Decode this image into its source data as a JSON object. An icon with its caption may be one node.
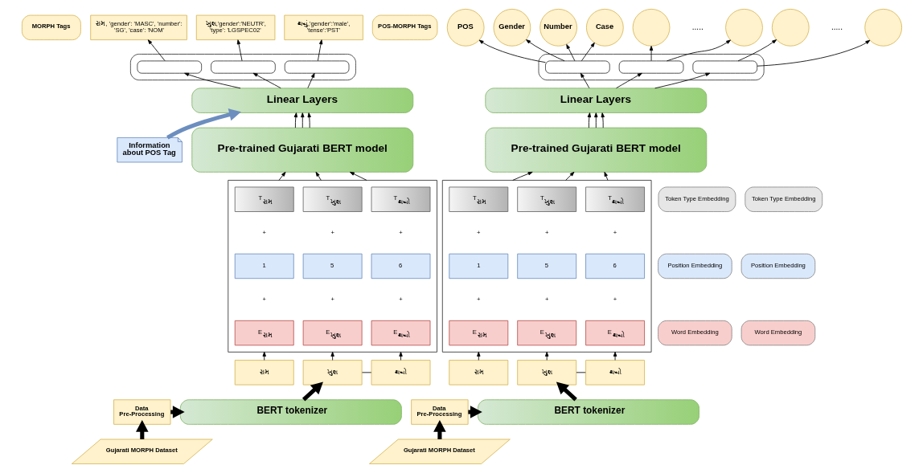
{
  "diagram": {
    "nodes": [
      {
        "text": [
          "MORPH Tags"
        ]
      },
      {
        "text": [
          "રામ, 'gender': 'MASC', 'number': 'SG', 'case': 'NOM'"
        ]
      },
      {
        "text": [
          "ખુશ,'gender':'NEUTR', 'type': 'LGSPEC02'"
        ]
      },
      {
        "text": [
          "થયું,'gender':'male', 'tense':'PST'"
        ]
      },
      {
        "text": [],
        "shape": "box"
      },
      {
        "text": [],
        "shape": "box",
        "in": 4
      },
      {
        "text": [],
        "shape": "box",
        "in": 4
      },
      {
        "text": [],
        "shape": "box",
        "in": 4
      },
      {
        "text": [
          "Linear Layers"
        ]
      },
      {
        "text": [
          "Information about POS Tag"
        ]
      },
      {
        "text": [
          "Pre-trained Gujarati BERT model"
        ]
      },
      {
        "text": [],
        "shape": "box"
      },
      {
        "text": [
          "T$_{રામ}$"
        ],
        "in": 11
      },
      {
        "text": [
          "T$_{ખુશ}$"
        ],
        "in": 11
      },
      {
        "text": [
          "T$_{થયો}$"
        ],
        "in": 11
      },
      {
        "text": [
          "1"
        ],
        "in": 11
      },
      {
        "text": [
          "5"
        ],
        "in": 11
      },
      {
        "text": [
          "6"
        ],
        "in": 11
      },
      {
        "text": [
          "E$_{રામ}$"
        ],
        "in": 11
      },
      {
        "text": [
          "E$_{ખુશ}$"
        ],
        "in": 11
      },
      {
        "text": [
          "E$_{થયો}$"
        ],
        "in": 11
      },
      {
        "text": [
          "રામ"
        ]
      },
      {
        "text": [
          "ખુશ"
        ]
      },
      {
        "text": [
          "થયો"
        ]
      },
      {
        "text": [
          "Gujarati MORPH Dataset"
        ]
      },
      {
        "text": [
          "Data Pre-Processing"
        ]
      },
      {
        "text": [
          "BERT tokenizer"
        ]
      },
      {
        "text": [
          "POS-MORPH Tags"
        ]
      },
      {
        "text": [
          "POS"
        ]
      },
      {
        "text": [
          "Gender"
        ]
      },
      {
        "text": [
          "Number"
        ]
      },
      {
        "text": [
          "Case"
        ]
      },
      {
        "text": [],
        "shape": "circle"
      },
      {
        "text": [],
        "shape": "circle"
      },
      {
        "text": [],
        "shape": "circle"
      },
      {
        "text": [],
        "shape": "circle"
      },
      {
        "text": [],
        "shape": "box"
      },
      {
        "text": [],
        "shape": "box",
        "in": 36
      },
      {
        "text": [],
        "shape": "box",
        "in": 36
      },
      {
        "text": [],
        "shape": "box",
        "in": 36
      },
      {
        "text": [
          "Linear Layers"
        ]
      },
      {
        "text": [
          "Pre-trained Gujarati BERT model"
        ]
      },
      {
        "text": [],
        "shape": "box"
      },
      {
        "text": [
          "T$_{રામ}$"
        ],
        "in": 42
      },
      {
        "text": [
          "T$_{ખુશ}$"
        ],
        "in": 42
      },
      {
        "text": [
          "T$_{થયો}$"
        ],
        "in": 42
      },
      {
        "text": [
          "1"
        ],
        "in": 42
      },
      {
        "text": [
          "5"
        ],
        "in": 42
      },
      {
        "text": [
          "6"
        ],
        "in": 42
      },
      {
        "text": [
          "E$_{રામ}$"
        ],
        "in": 42
      },
      {
        "text": [
          "E$_{ખુશ}$"
        ],
        "in": 42
      },
      {
        "text": [
          "E$_{થયો}$"
        ],
        "in": 42
      },
      {
        "text": [
          "રામ"
        ]
      },
      {
        "text": [
          "ખુશ"
        ]
      },
      {
        "text": [
          "થયો"
        ]
      },
      {
        "text": [
          "Gujarati MORPH Dataset"
        ]
      },
      {
        "text": [
          "Data Pre-Processing"
        ]
      },
      {
        "text": [
          "BERT tokenizer"
        ]
      }
    ],
    "edges": [
      {
        "from": 24,
        "to": 25,
        "arrow": "to",
        "style": "thick"
      },
      {
        "from": 25,
        "to": 26,
        "arrow": "to",
        "style": "thick"
      },
      {
        "from": 26,
        "to": 22,
        "arrow": "to",
        "style": "thick"
      },
      {
        "from": 21,
        "to": 11,
        "arrow": "to"
      },
      {
        "from": 22,
        "to": 11,
        "arrow": "to"
      },
      {
        "from": 23,
        "to": 11,
        "arrow": "to"
      },
      {
        "from": 22,
        "to": 23,
        "arrow": "none"
      },
      {
        "from": 11,
        "to": 10,
        "arrow": "to"
      },
      {
        "from": 11,
        "to": 10,
        "arrow": "to"
      },
      {
        "from": 11,
        "to": 10,
        "arrow": "to"
      },
      {
        "from": 10,
        "to": 8,
        "arrow": "to"
      },
      {
        "from": 10,
        "to": 8,
        "arrow": "to"
      },
      {
        "from": 10,
        "to": 8,
        "arrow": "to"
      },
      {
        "from": 9,
        "to": 8,
        "arrow": "to",
        "style": "thick",
        "color": "#6c8ebf"
      },
      {
        "from": 8,
        "to": 5,
        "arrow": "to"
      },
      {
        "from": 8,
        "to": 6,
        "arrow": "to"
      },
      {
        "from": 8,
        "to": 7,
        "arrow": "to"
      },
      {
        "from": 5,
        "to": 1,
        "arrow": "to"
      },
      {
        "from": 6,
        "to": 2,
        "arrow": "to"
      },
      {
        "from": 7,
        "to": 3,
        "arrow": "to"
      },
      {
        "from": 55,
        "to": 56,
        "arrow": "to",
        "style": "thick"
      },
      {
        "from": 56,
        "to": 57,
        "arrow": "to",
        "style": "thick"
      },
      {
        "from": 57,
        "to": 53,
        "arrow": "to",
        "style": "thick"
      },
      {
        "from": 52,
        "to": 42,
        "arrow": "to"
      },
      {
        "from": 53,
        "to": 42,
        "arrow": "to"
      },
      {
        "from": 54,
        "to": 42,
        "arrow": "to"
      },
      {
        "from": 53,
        "to": 54,
        "arrow": "none"
      },
      {
        "from": 42,
        "to": 41,
        "arrow": "to"
      },
      {
        "from": 42,
        "to": 41,
        "arrow": "to"
      },
      {
        "from": 42,
        "to": 41,
        "arrow": "to"
      },
      {
        "from": 41,
        "to": 40,
        "arrow": "to"
      },
      {
        "from": 41,
        "to": 40,
        "arrow": "to"
      },
      {
        "from": 41,
        "to": 40,
        "arrow": "to"
      },
      {
        "from": 40,
        "to": 37,
        "arrow": "to"
      },
      {
        "from": 40,
        "to": 38,
        "arrow": "to"
      },
      {
        "from": 40,
        "to": 39,
        "arrow": "to"
      },
      {
        "from": 37,
        "to": 28,
        "arrow": "to"
      },
      {
        "from": 37,
        "to": 29,
        "arrow": "to"
      },
      {
        "from": 37,
        "to": 30,
        "arrow": "to"
      },
      {
        "from": 37,
        "to": 31,
        "arrow": "to"
      },
      {
        "from": 38,
        "to": 32,
        "arrow": "to"
      },
      {
        "from": 38,
        "to": 33,
        "arrow": "to"
      },
      {
        "from": 39,
        "to": 34,
        "arrow": "to"
      },
      {
        "from": 39,
        "to": 35,
        "arrow": "to"
      }
    ],
    "labels": [
      "+",
      "+",
      "+",
      "+",
      "+",
      "+",
      "+",
      "+",
      "+",
      "+",
      "+",
      "+",
      ".....",
      "....."
    ],
    "legend": [
      {
        "text": "Token Type Embedding",
        "color": "#e6e6e6"
      },
      {
        "text": "Position Embedding",
        "color": "#dae8fc"
      },
      {
        "text": "Word Embedding",
        "color": "#f8cecc"
      },
      {
        "text": "Token Type Embedding",
        "color": "#e6e6e6"
      },
      {
        "text": "Position Embedding",
        "color": "#dae8fc"
      },
      {
        "text": "Word Embedding",
        "color": "#f8cecc"
      }
    ]
  }
}
